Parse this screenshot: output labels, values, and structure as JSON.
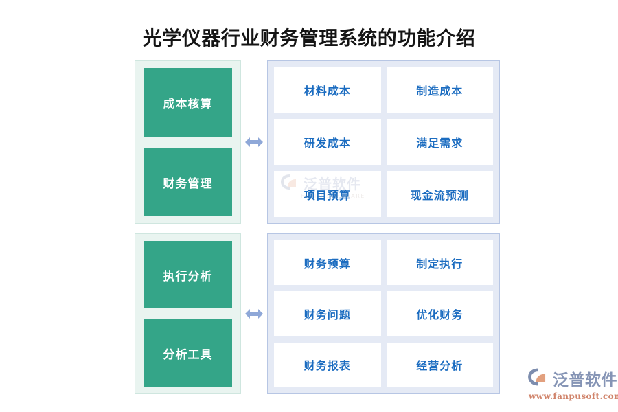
{
  "page": {
    "title": "光学仪器行业财务管理系统的功能介绍",
    "background_color": "#ffffff"
  },
  "colors": {
    "title_text": "#141414",
    "green_card_bg": "#34a588",
    "green_card_text": "#ffffff",
    "green_panel_bg": "#e9f4f0",
    "green_panel_border": "#cfe6df",
    "blue_panel_bg": "#e5eaf5",
    "blue_panel_border": "#b7c6e4",
    "white_card_bg": "#ffffff",
    "white_card_text": "#1b6cc0",
    "arrow": "#8fa8d8",
    "logo_text": "#8594b5",
    "logo_url": "#d0836a",
    "logo_mark_primary": "#7d8dae",
    "logo_mark_accent": "#e2a07e"
  },
  "groups": [
    {
      "id": "group-cost",
      "left_cards": [
        {
          "label": "成本核算"
        },
        {
          "label": "财务管理"
        }
      ],
      "connector_icon": "double-arrow-horizontal-icon",
      "right_rows": [
        [
          {
            "label": "材料成本"
          },
          {
            "label": "制造成本"
          }
        ],
        [
          {
            "label": "研发成本"
          },
          {
            "label": "满足需求"
          }
        ],
        [
          {
            "label": "项目预算"
          },
          {
            "label": "现金流预测"
          }
        ]
      ]
    },
    {
      "id": "group-analysis",
      "left_cards": [
        {
          "label": "执行分析"
        },
        {
          "label": "分析工具"
        }
      ],
      "connector_icon": "double-arrow-horizontal-icon",
      "right_rows": [
        [
          {
            "label": "财务预算"
          },
          {
            "label": "制定执行"
          }
        ],
        [
          {
            "label": "财务问题"
          },
          {
            "label": "优化财务"
          }
        ],
        [
          {
            "label": "财务报表"
          },
          {
            "label": "经营分析"
          }
        ]
      ]
    }
  ],
  "watermark": {
    "brand": "泛普软件",
    "sub": "FANPU SOFTWARE",
    "mark_icon": "fanpu-logo-icon"
  },
  "logo": {
    "brand": "泛普软件",
    "url": "www.fanpusoft.com",
    "mark_icon": "fanpu-logo-icon"
  }
}
